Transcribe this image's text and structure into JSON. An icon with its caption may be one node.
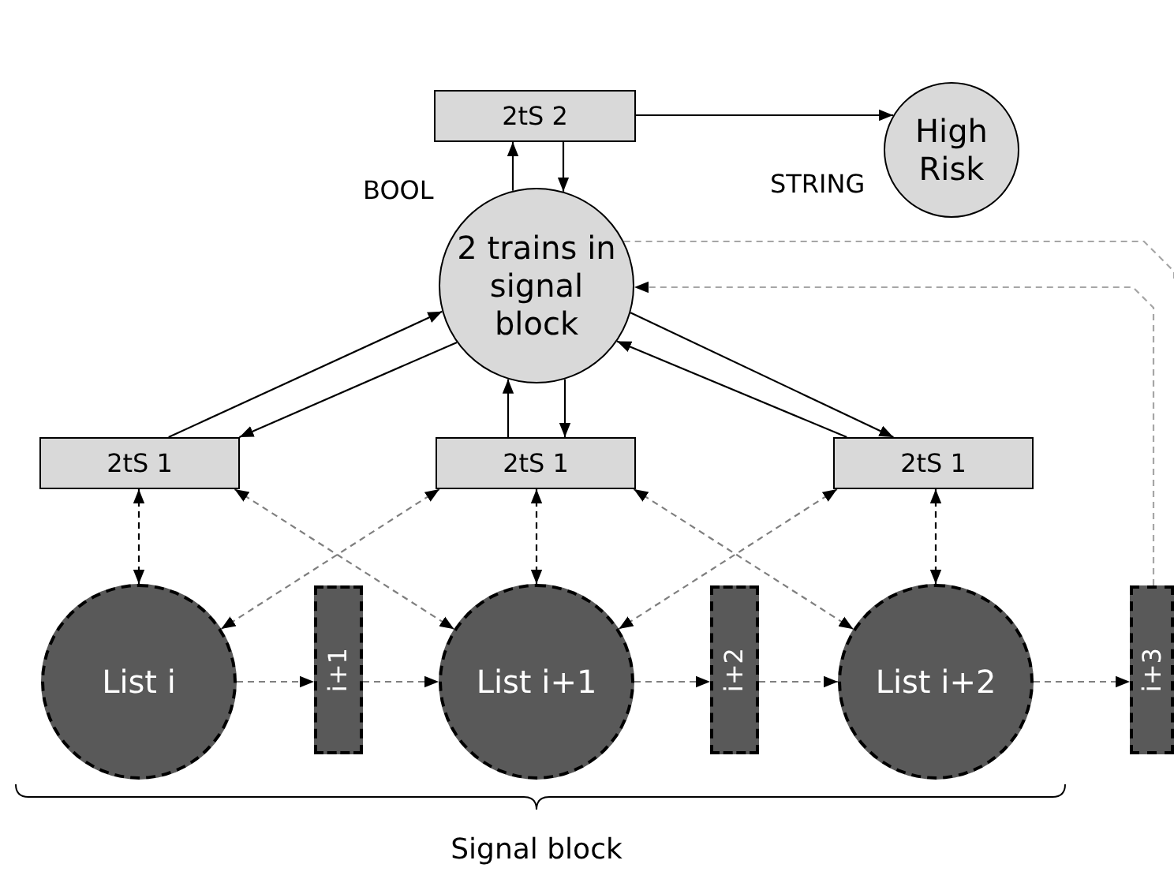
{
  "diagram": {
    "nodes": [
      {
        "text": [
          "2tS 2"
        ]
      },
      {
        "text": [
          "High Risk"
        ]
      },
      {
        "text": [
          "2 trains in signal block"
        ]
      },
      {
        "text": [
          "2tS 1"
        ]
      },
      {
        "text": [
          "2tS 1"
        ]
      },
      {
        "text": [
          "2tS 1"
        ]
      },
      {
        "text": [
          "List i"
        ]
      },
      {
        "text": [
          "i+1"
        ]
      },
      {
        "text": [
          "List i+1"
        ]
      },
      {
        "text": [
          "i+2"
        ]
      },
      {
        "text": [
          "List i+2"
        ]
      },
      {
        "text": [
          "i+3"
        ]
      }
    ],
    "edges": [
      {
        "from": 0,
        "to": 1,
        "arrow": "to"
      },
      {
        "from": 2,
        "to": 0,
        "arrow": "to"
      },
      {
        "from": 0,
        "to": 2,
        "arrow": "to"
      },
      {
        "from": 3,
        "to": 2,
        "arrow": "to"
      },
      {
        "from": 2,
        "to": 3,
        "arrow": "to"
      },
      {
        "from": 4,
        "to": 2,
        "arrow": "to"
      },
      {
        "from": 2,
        "to": 4,
        "arrow": "to"
      },
      {
        "from": 2,
        "to": 5,
        "arrow": "to"
      },
      {
        "from": 5,
        "to": 2,
        "arrow": "to"
      },
      {
        "from": 3,
        "to": 6,
        "arrow": "both",
        "style": "dashed"
      },
      {
        "from": 3,
        "to": 8,
        "arrow": "both",
        "style": "dashed",
        "color": "#7f7f7f"
      },
      {
        "from": 4,
        "to": 6,
        "arrow": "both",
        "style": "dashed",
        "color": "#7f7f7f"
      },
      {
        "from": 4,
        "to": 8,
        "arrow": "both",
        "style": "dashed"
      },
      {
        "from": 4,
        "to": 10,
        "arrow": "both",
        "style": "dashed",
        "color": "#7f7f7f"
      },
      {
        "from": 5,
        "to": 8,
        "arrow": "both",
        "style": "dashed",
        "color": "#7f7f7f"
      },
      {
        "from": 5,
        "to": 10,
        "arrow": "both",
        "style": "dashed"
      },
      {
        "from": 6,
        "to": 7,
        "arrow": "to",
        "style": "dashed",
        "color": "#7f7f7f"
      },
      {
        "from": 7,
        "to": 8,
        "arrow": "to",
        "style": "dashed",
        "color": "#7f7f7f"
      },
      {
        "from": 8,
        "to": 9,
        "arrow": "to",
        "style": "dashed",
        "color": "#7f7f7f"
      },
      {
        "from": 9,
        "to": 10,
        "arrow": "to",
        "style": "dashed",
        "color": "#7f7f7f"
      },
      {
        "from": 10,
        "to": 11,
        "arrow": "to",
        "style": "dashed",
        "color": "#7f7f7f"
      },
      {
        "from": 11,
        "to": 2,
        "arrow": "to",
        "style": "dashed",
        "color": "#a6a6a6"
      },
      {
        "from": 2,
        "to": null,
        "arrow": "none",
        "style": "dashed",
        "color": "#a6a6a6"
      }
    ],
    "labels": [
      "BOOL",
      "STRING",
      "Signal block"
    ]
  }
}
